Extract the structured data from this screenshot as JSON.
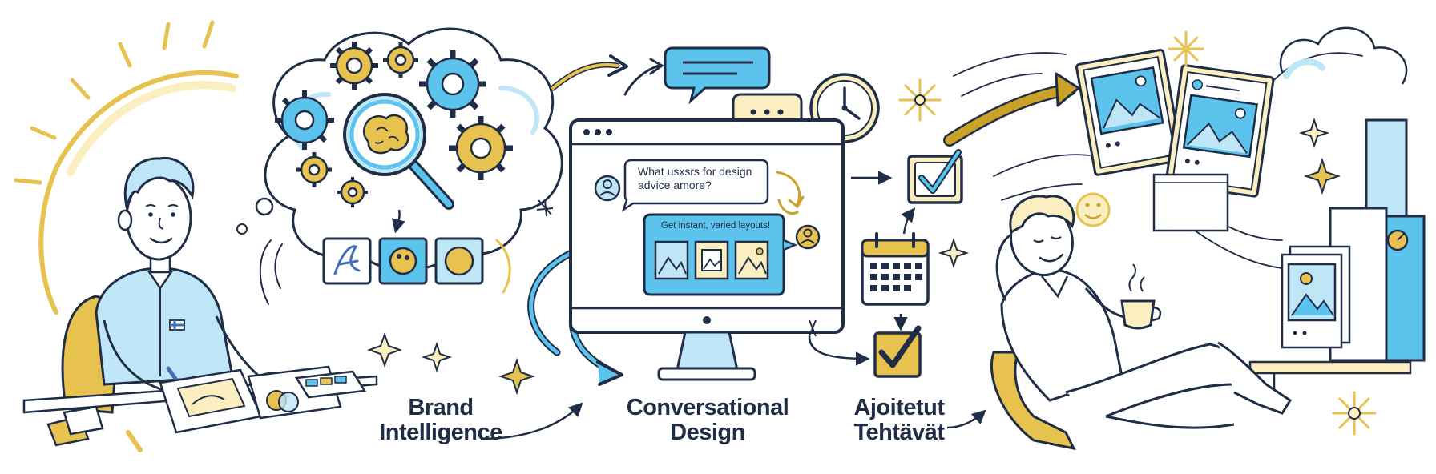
{
  "labels": {
    "brand": [
      "Brand",
      "Intelligence"
    ],
    "conversational": [
      "Conversational",
      "Design"
    ],
    "scheduled": [
      "Ajoitetut",
      "Tehtävät"
    ]
  },
  "chat": {
    "question": [
      "What usxsrs for design",
      "advice amore?"
    ],
    "answer": "Get instant, varied layouts!"
  },
  "colors": {
    "ink": "#1f2d46",
    "blue": "#5cc3ec",
    "light_blue": "#bfe6f7",
    "yellow": "#e8c24e",
    "gold": "#c9a227",
    "pale_yellow": "#fbeec0"
  }
}
